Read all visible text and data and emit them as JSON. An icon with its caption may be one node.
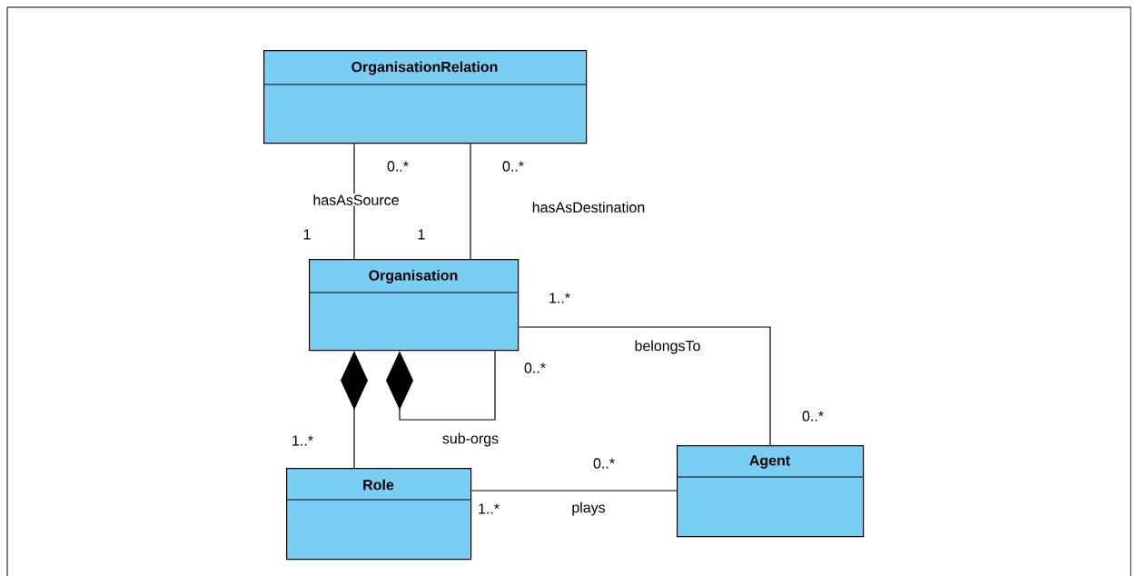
{
  "diagram": {
    "nodes": [
      {
        "text": [
          "OrganisationRelation"
        ]
      },
      {
        "text": [
          "Organisation"
        ]
      },
      {
        "text": [
          "Role"
        ]
      },
      {
        "text": [
          "Agent"
        ]
      }
    ],
    "edges": [
      {
        "from": 1,
        "to": 0,
        "arrow": "none",
        "label": "hasAsSource"
      },
      {
        "from": 1,
        "to": 0,
        "arrow": "none",
        "label": "hasAsDestination"
      },
      {
        "from": 1,
        "to": 3,
        "arrow": "none",
        "label": "belongsTo"
      },
      {
        "from": 2,
        "to": 1,
        "arrow": "other"
      },
      {
        "from": 1,
        "to": 1,
        "arrow": "other",
        "label": "sub-orgs"
      },
      {
        "from": 2,
        "to": 3,
        "arrow": "none",
        "label": "plays"
      }
    ],
    "labels": [
      "0..*",
      "0..*",
      "1",
      "1",
      "1..*",
      "0..*",
      "0..*",
      "1..*",
      "0..*",
      "1..*"
    ]
  }
}
